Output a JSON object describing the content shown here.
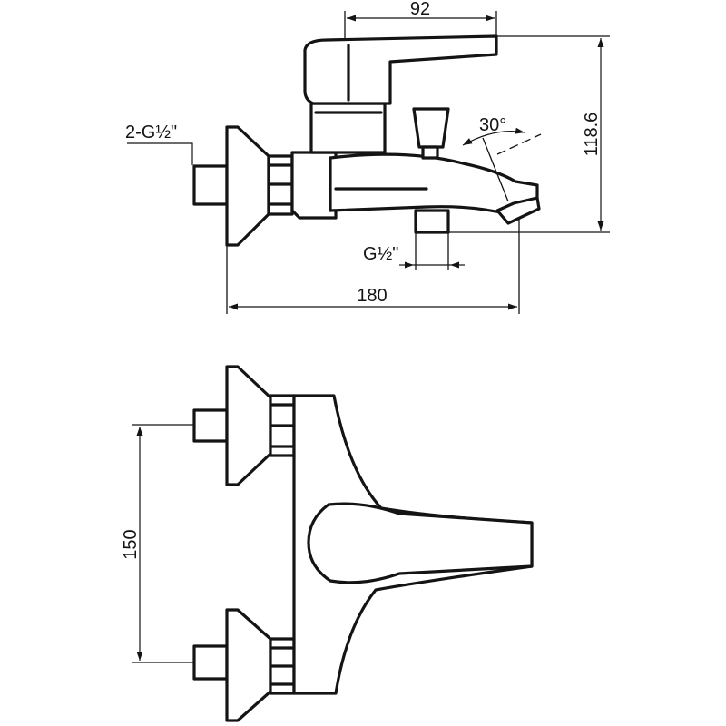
{
  "side_view": {
    "dim_top": "92",
    "dim_height": "118.6",
    "dim_width": "180",
    "angle": "30°",
    "inlet_thread": "2-G½\"",
    "outlet_thread": "G½\""
  },
  "top_view": {
    "dim_spacing": "150"
  },
  "colors": {
    "line": "#141414",
    "background": "#ffffff"
  }
}
